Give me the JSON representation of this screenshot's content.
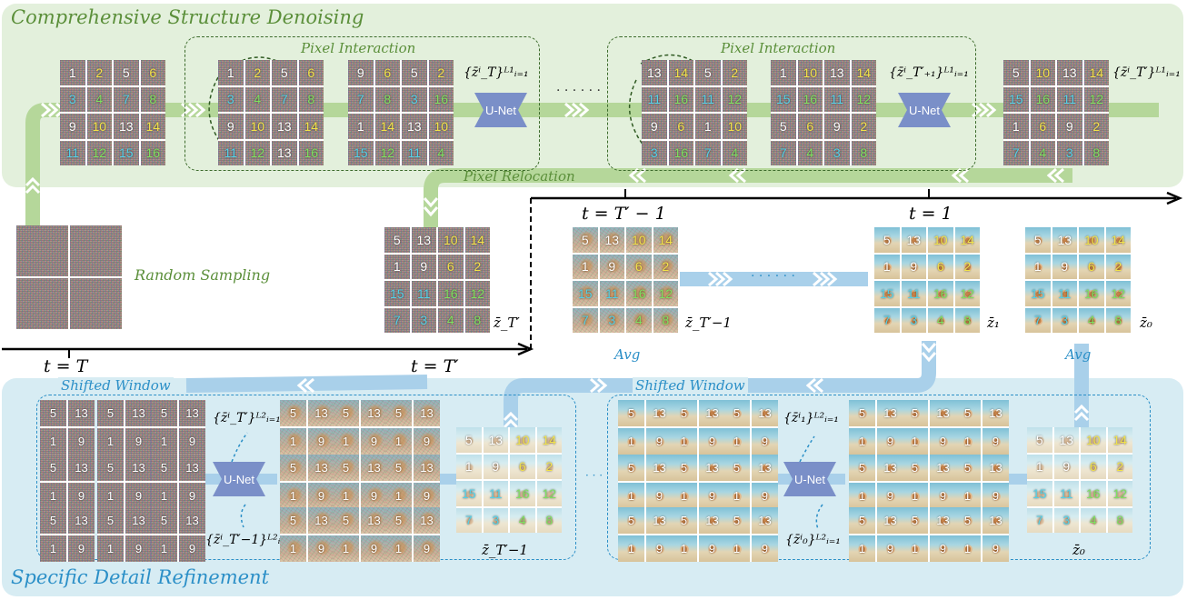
{
  "top_panel": {
    "title": "Comprehensive Structure Denoising",
    "color": "#5b8f3a",
    "bg": "#e3f0dc"
  },
  "bottom_panel": {
    "title": "Specific Detail Refinement",
    "color": "#2b8fc7",
    "bg": "#d7ecf3"
  },
  "labels": {
    "pixel_interaction_1": "Pixel Interaction",
    "pixel_interaction_2": "Pixel Interaction",
    "pixel_relocation": "Pixel Relocation",
    "random_sampling": "Random Sampling",
    "shifted_window_1": "Shifted Window",
    "shifted_window_2": "Shifted Window",
    "avg_1": "Avg",
    "avg_2": "Avg",
    "unet": "U-Net",
    "dots_top": "· · · · · ·",
    "dots_mid": "· · · · · ·",
    "dots_bottom": "· · ·"
  },
  "time": {
    "T": "t = T",
    "Tp_bottom": "t = T′",
    "Tp_minus_1": "t = T′ − 1",
    "one": "t = 1"
  },
  "math": {
    "set_T": "{z̄ⁱ_T}ᴸ¹ᵢ₌₁",
    "set_Tp1": "{z̄ⁱ_T′₊₁}ᴸ¹ᵢ₌₁",
    "set_Tp": "{z̄ⁱ_T′}ᴸ¹ᵢ₌₁",
    "z_Tp": "z̄_T′",
    "z_Tpm1": "z̄_T′−1",
    "z_1": "z̄₁",
    "z_0": "z̄₀",
    "set2_Tp": "{z̄ⁱ_T′}ᴸ²ᵢ₌₁",
    "set2_Tpm1": "{z̄ⁱ_T′−1}ᴸ²ᵢ₌₁",
    "z2_Tpm1": "z̄_T′−1",
    "set2_1": "{z̄ⁱ₁}ᴸ²ᵢ₌₁",
    "set2_0": "{z̄ⁱ₀}ᴸ²ᵢ₌₁",
    "z2_0": "z̄₀"
  },
  "grids": {
    "g1": [
      "1",
      "2",
      "5",
      "6",
      "3",
      "4",
      "7",
      "8",
      "9",
      "10",
      "13",
      "14",
      "11",
      "12",
      "15",
      "16"
    ],
    "g2": [
      "1",
      "2",
      "5",
      "6",
      "3",
      "4",
      "7",
      "8",
      "9",
      "10",
      "13",
      "14",
      "11",
      "12",
      "13",
      "16"
    ],
    "g3": [
      "9",
      "6",
      "5",
      "2",
      "7",
      "8",
      "3",
      "16",
      "1",
      "14",
      "13",
      "10",
      "15",
      "12",
      "11",
      "4"
    ],
    "g4": [
      "13",
      "14",
      "5",
      "2",
      "11",
      "16",
      "11",
      "12",
      "9",
      "6",
      "1",
      "10",
      "3",
      "16",
      "7",
      "4"
    ],
    "g5": [
      "1",
      "10",
      "13",
      "14",
      "15",
      "16",
      "11",
      "12",
      "5",
      "6",
      "9",
      "2",
      "7",
      "4",
      "3",
      "8"
    ],
    "g6": [
      "5",
      "10",
      "13",
      "14",
      "15",
      "16",
      "11",
      "12",
      "1",
      "6",
      "9",
      "2",
      "7",
      "4",
      "3",
      "8"
    ],
    "gm": [
      "5",
      "13",
      "10",
      "14",
      "1",
      "9",
      "6",
      "2",
      "15",
      "11",
      "16",
      "12",
      "7",
      "3",
      "4",
      "8"
    ]
  },
  "colors": {
    "green": "#7dbb4f",
    "blue": "#7fb8e0",
    "unet": "#7a8fc8",
    "arrow_green": "#b5d79a",
    "arrow_blue": "#a9d0ea"
  }
}
